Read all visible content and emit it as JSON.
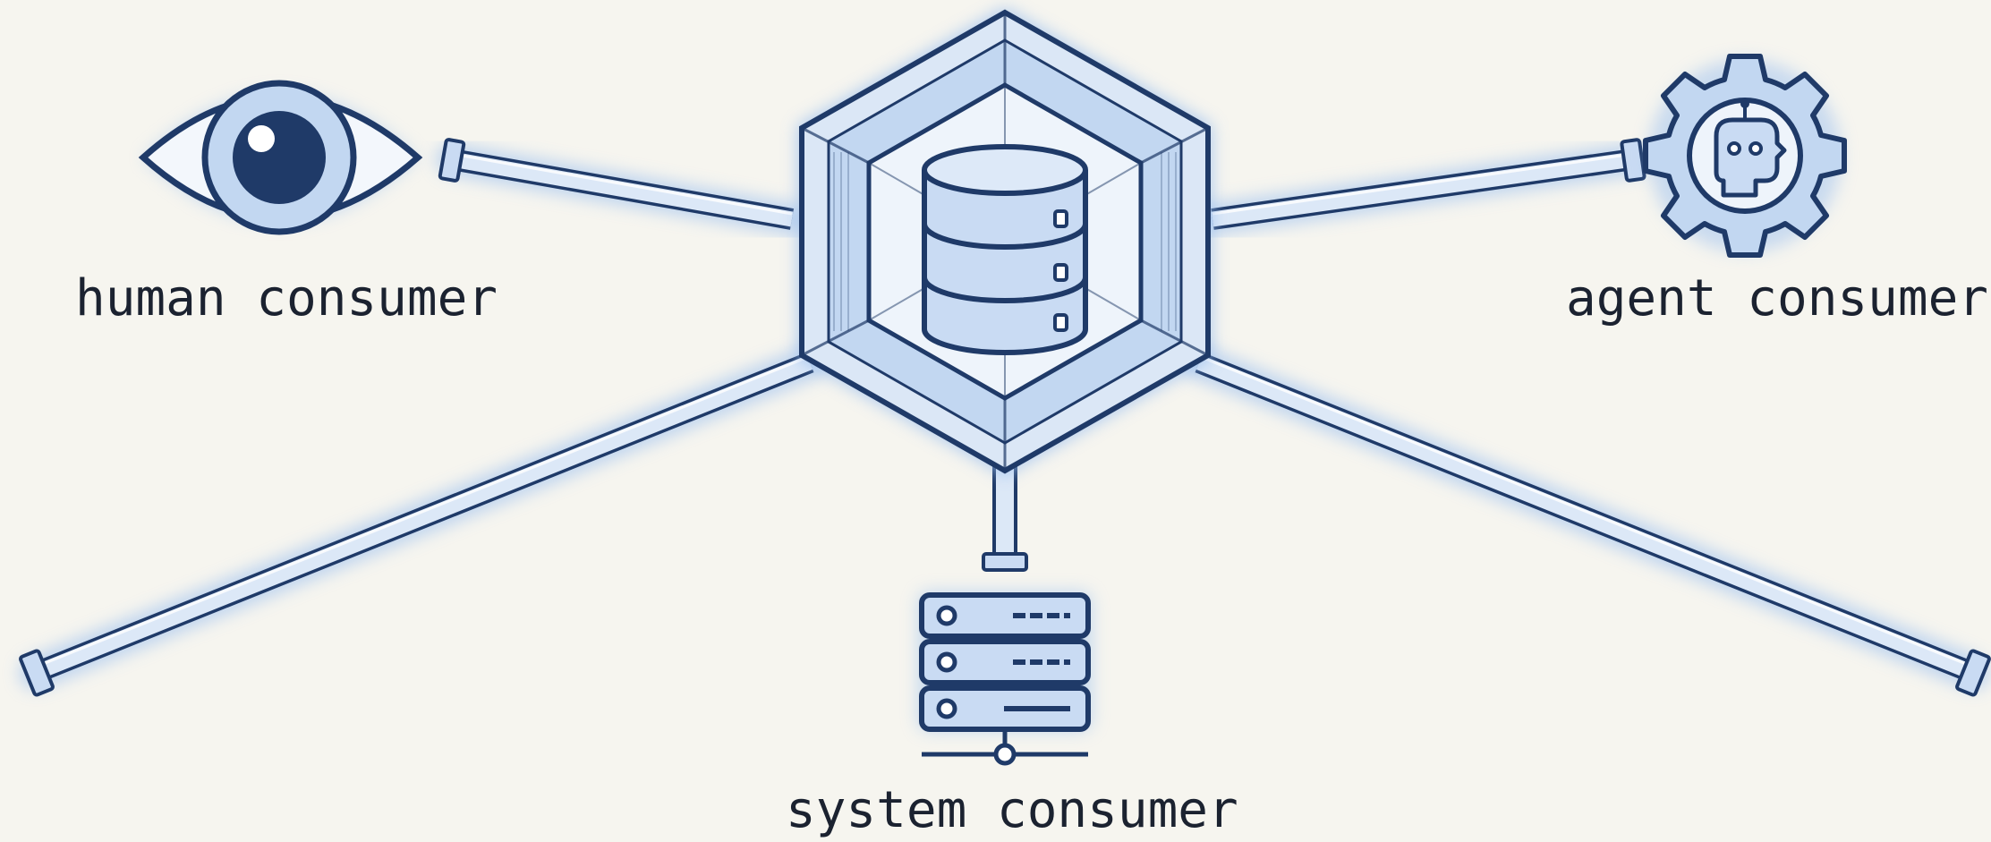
{
  "diagram": {
    "hub": {
      "icon": "database-icon"
    },
    "consumers": {
      "human": {
        "label": "human consumer",
        "icon": "eye-icon"
      },
      "agent": {
        "label": "agent consumer",
        "icon": "robot-gear-icon"
      },
      "system": {
        "label": "system consumer",
        "icon": "server-rack-icon"
      }
    }
  },
  "colors": {
    "background": "#f6f5ef",
    "ink": "#1f3a68",
    "fill": "#c9dbf3",
    "fill_light": "#e3edf9",
    "glow": "#9cc0ef"
  }
}
